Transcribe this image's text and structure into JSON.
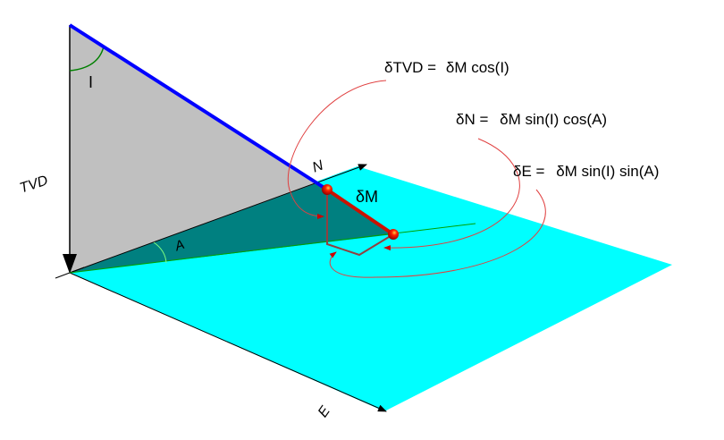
{
  "formulas": {
    "tvd": {
      "lhs": "δTVD =",
      "rhs": "δM cos(I)"
    },
    "north": {
      "lhs": "δN =",
      "rhs": "δM sin(I) cos(A)"
    },
    "east": {
      "lhs": "δE =",
      "rhs": "δM sin(I) sin(A)"
    }
  },
  "labels": {
    "inclination": "I",
    "azimuth": "A",
    "tvd_axis": "TVD",
    "north_axis": "N",
    "east_axis": "E",
    "measured_depth": "δM"
  },
  "colors": {
    "plane": "#00ffff",
    "vertical_plane": "#c0c0c0",
    "projection": "#008080",
    "wellpath": "#0000ff",
    "segment": "#cc1100"
  }
}
